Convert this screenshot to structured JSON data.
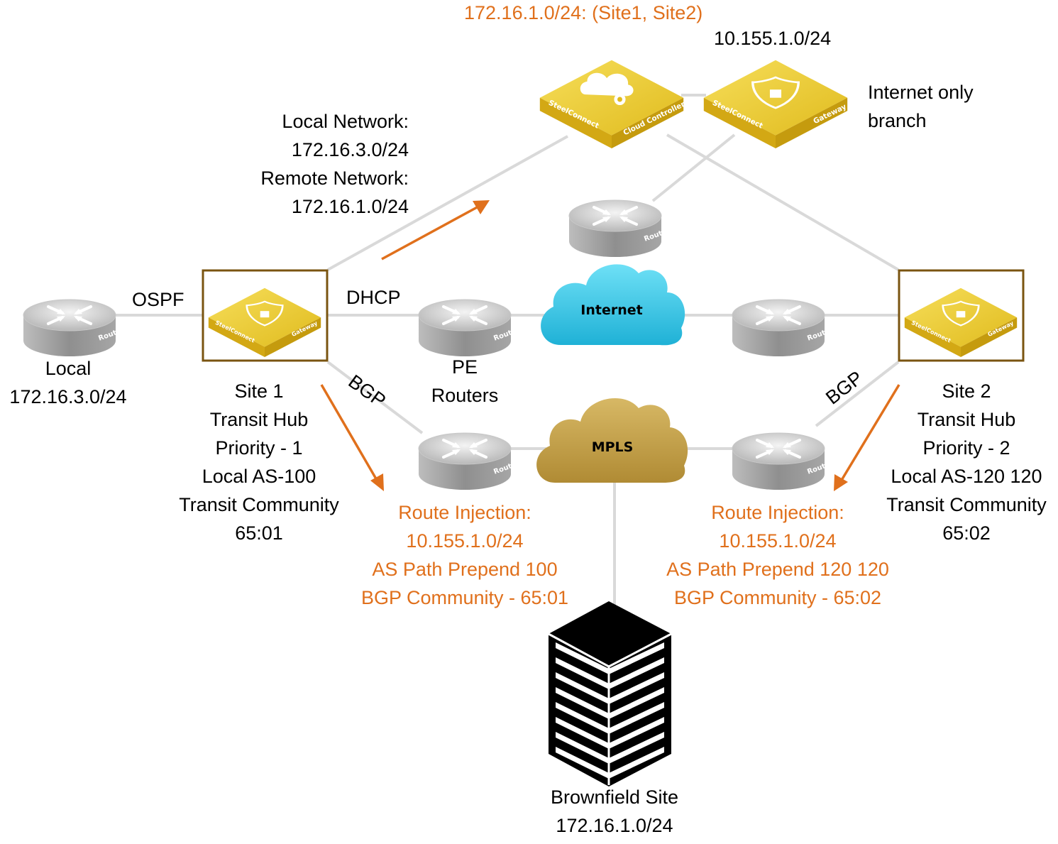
{
  "labels": {
    "controller_routes": "172.16.1.0/24: (Site1, Site2)",
    "internet_branch_subnet": "10.155.1.0/24",
    "internet_branch": [
      "Internet only",
      "branch"
    ],
    "site1_networks": [
      "Local Network:",
      "172.16.3.0/24",
      "Remote Network:",
      "172.16.1.0/24"
    ],
    "ospf": "OSPF",
    "dhcp": "DHCP",
    "bgp_left": "BGP",
    "bgp_right": "BGP",
    "local": [
      "Local",
      "172.16.3.0/24"
    ],
    "pe_routers": [
      "PE",
      "Routers"
    ],
    "site1": [
      "Site 1",
      "Transit Hub",
      "Priority - 1",
      "Local AS-100",
      "Transit Community",
      "65:01"
    ],
    "site2": [
      "Site 2",
      "Transit Hub",
      "Priority - 2",
      "Local AS-120 120",
      "Transit Community",
      "65:02"
    ],
    "injection1": [
      "Route Injection:",
      "10.155.1.0/24",
      "AS Path Prepend 100",
      "BGP Community - 65:01"
    ],
    "injection2": [
      "Route Injection:",
      "10.155.1.0/24",
      "AS Path Prepend 120 120",
      "BGP Community - 65:02"
    ],
    "brownfield": [
      "Brownfield Site",
      "172.16.1.0/24"
    ]
  },
  "clouds": {
    "internet": "Internet",
    "mpls": "MPLS"
  },
  "device_text": {
    "router": "Router",
    "steelconnect": "SteelConnect",
    "gateway": "Gateway",
    "cloud_controller": "Cloud Controller"
  },
  "colors": {
    "orange": "#e0701c",
    "gold": "#e8c830",
    "site_box": "#7a5410",
    "line": "#d9d9d9",
    "internet_cloud": "#35c3e0",
    "mpls_cloud": "#c7a24a"
  },
  "icons": [
    "router-icon",
    "steelconnect-gateway-icon",
    "cloud-controller-icon",
    "internet-cloud-icon",
    "mpls-cloud-icon",
    "server-rack-icon",
    "arrow-icon"
  ]
}
